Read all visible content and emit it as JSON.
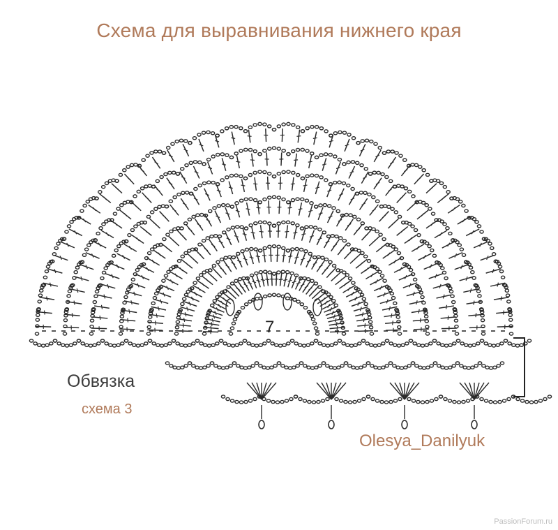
{
  "diagram": {
    "title": "Схема для выравнивания нижнего края",
    "edging_label": "Обвязка",
    "scheme_label": "схема 3",
    "author": "Olesya_Danilyuk",
    "row_number": "7",
    "watermark": "PassionForum.ru",
    "colors": {
      "accent": "#b07a5a",
      "ink": "#2a2a2a",
      "label": "#3c3c3c"
    },
    "symbols": [
      "chain-stitch",
      "double-crochet",
      "shell",
      "picot"
    ]
  }
}
